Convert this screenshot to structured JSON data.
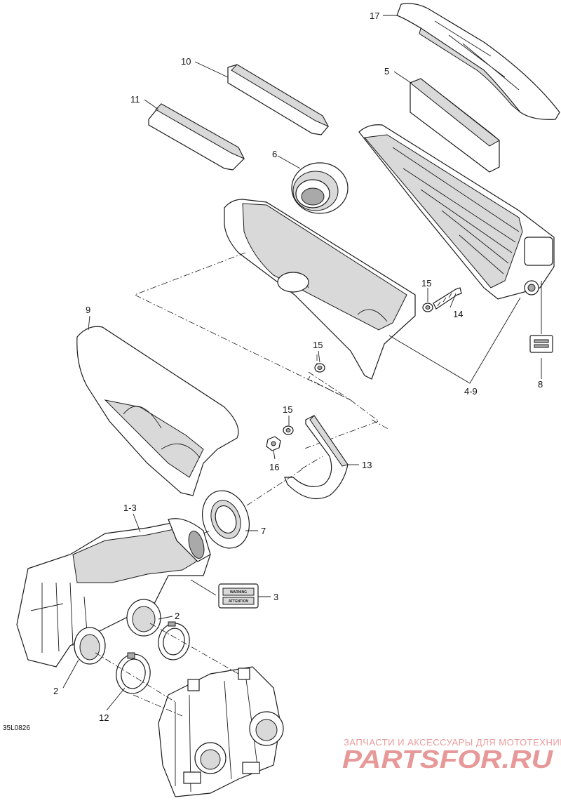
{
  "diagram": {
    "reference_code": "35L0826",
    "callouts": {
      "c17": "17",
      "c10": "10",
      "c5": "5",
      "c11": "11",
      "c6": "6",
      "c15a": "15",
      "c14": "14",
      "c9": "9",
      "c15b": "15",
      "c49": "4-9",
      "c8": "8",
      "c15c": "15",
      "c13": "13",
      "c16": "16",
      "c13b": "1-3",
      "c7": "7",
      "c3": "3",
      "c2a": "2",
      "c2b": "2",
      "c12": "12"
    },
    "sticker_text": {
      "label3_top": "WARNING",
      "label3_bottom": "ATTENTION"
    }
  },
  "watermark": {
    "tagline": "ЗАПЧАСТИ И АКСЕССУАРЫ ДЛЯ МОТОТЕХНИКИ",
    "logo": "PARTSFOR.RU"
  },
  "colors": {
    "watermark": "#e79898",
    "line": "#1a1a1a"
  }
}
